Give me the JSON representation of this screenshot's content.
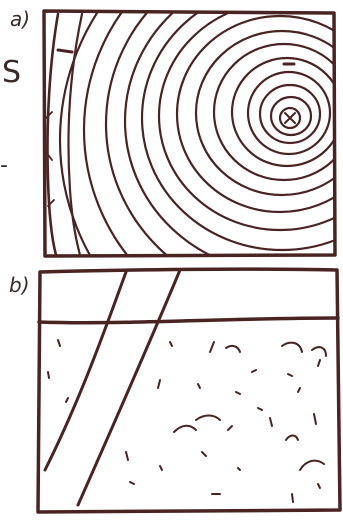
{
  "panels": {
    "a": {
      "label": "a)"
    },
    "b": {
      "label": "b)"
    }
  },
  "margin_marks": {
    "left_top": "S",
    "left_mid": "-"
  },
  "colors": {
    "ink": "#4a2422",
    "paper": "#ffffff"
  }
}
